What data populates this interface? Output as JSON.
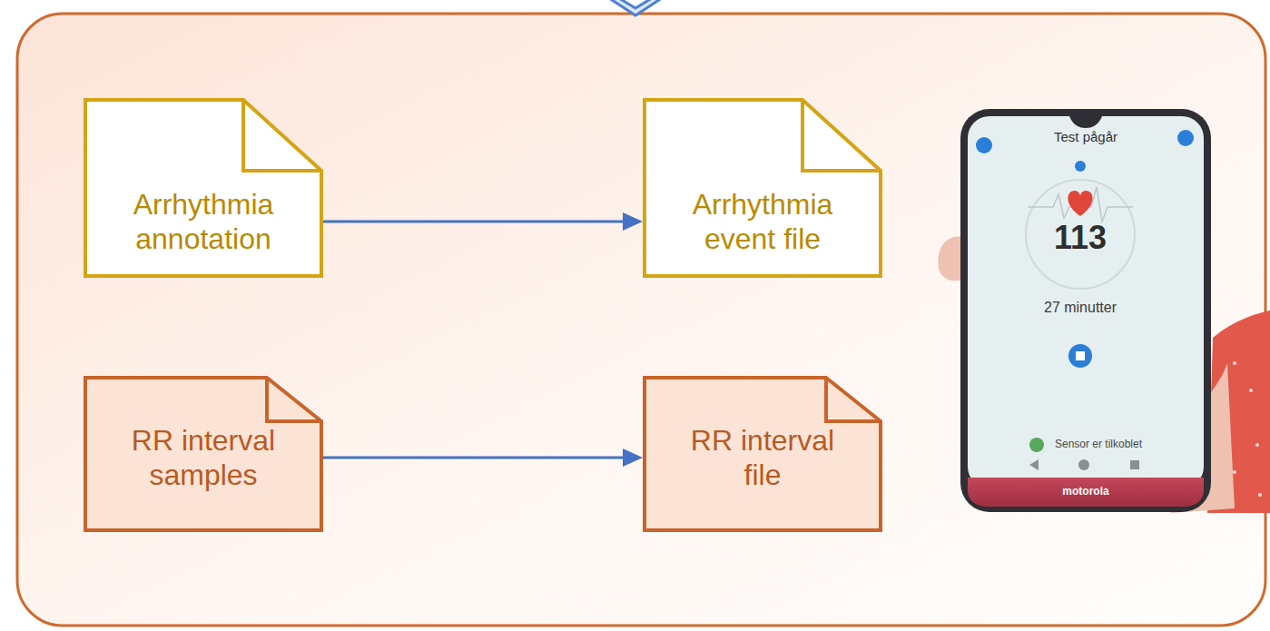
{
  "diagram": {
    "nodes": [
      {
        "text": [
          "Arrhythmia annotation"
        ]
      },
      {
        "text": [
          "Arrhythmia event file"
        ]
      },
      {
        "text": [
          "RR interval samples"
        ]
      },
      {
        "text": [
          "RR interval file"
        ]
      }
    ],
    "edges": [
      {
        "from": 0,
        "to": 1,
        "arrow": "to"
      },
      {
        "from": 2,
        "to": 3,
        "arrow": "to"
      }
    ],
    "labels": [
      "Test pågår",
      "113",
      "27 minutter",
      "Sensor er tilkoblet",
      "motorola"
    ]
  }
}
